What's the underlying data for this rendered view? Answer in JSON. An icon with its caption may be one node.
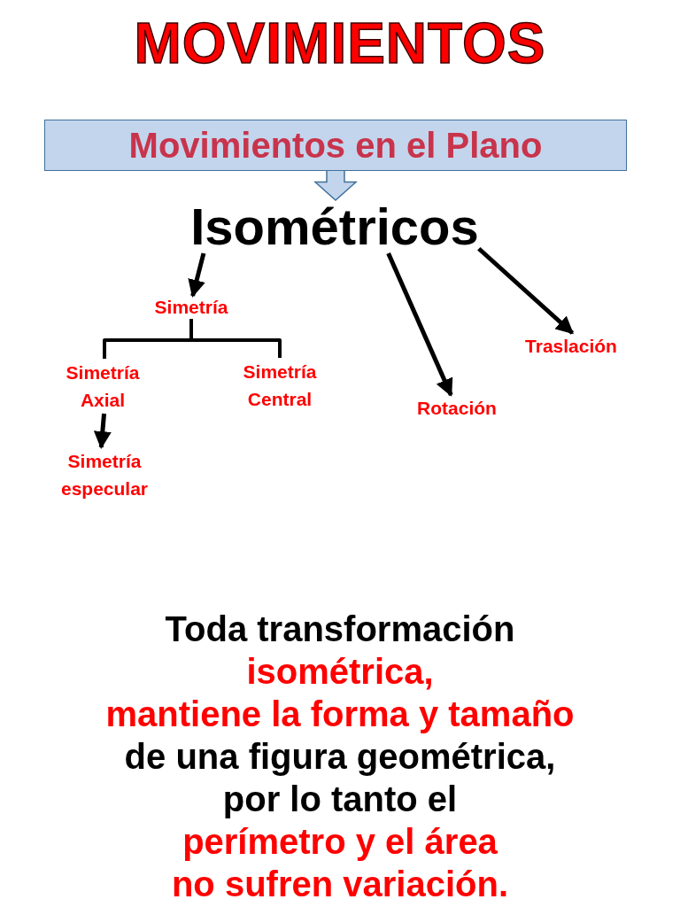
{
  "diagram": {
    "title": "MOVIMIENTOS",
    "nodes": [
      {
        "text": [
          "Movimientos en el Plano"
        ]
      },
      {
        "text": [
          "Isométricos"
        ]
      },
      {
        "text": [
          "Simetría"
        ]
      },
      {
        "text": [
          "Simetría Axial"
        ]
      },
      {
        "text": [
          "Simetría Central"
        ]
      },
      {
        "text": [
          "Rotación"
        ]
      },
      {
        "text": [
          "Traslación"
        ]
      },
      {
        "text": [
          "Simetría especular"
        ]
      }
    ],
    "edges": [
      {
        "from": 0,
        "to": 1,
        "arrow": "to",
        "style": "thick",
        "color": "#41719c"
      },
      {
        "from": 1,
        "to": 2,
        "arrow": "to"
      },
      {
        "from": 1,
        "to": 5,
        "arrow": "to"
      },
      {
        "from": 1,
        "to": 6,
        "arrow": "to"
      },
      {
        "from": 2,
        "to": 3,
        "arrow": "none"
      },
      {
        "from": 2,
        "to": 4,
        "arrow": "none"
      },
      {
        "from": 3,
        "to": 7,
        "arrow": "to"
      }
    ],
    "labels": [
      "Toda transformación",
      "isométrica,",
      "mantiene la forma y tamaño",
      "de una figura geométrica,",
      "por lo tanto el",
      "perímetro y el área",
      "no sufren variación."
    ]
  }
}
